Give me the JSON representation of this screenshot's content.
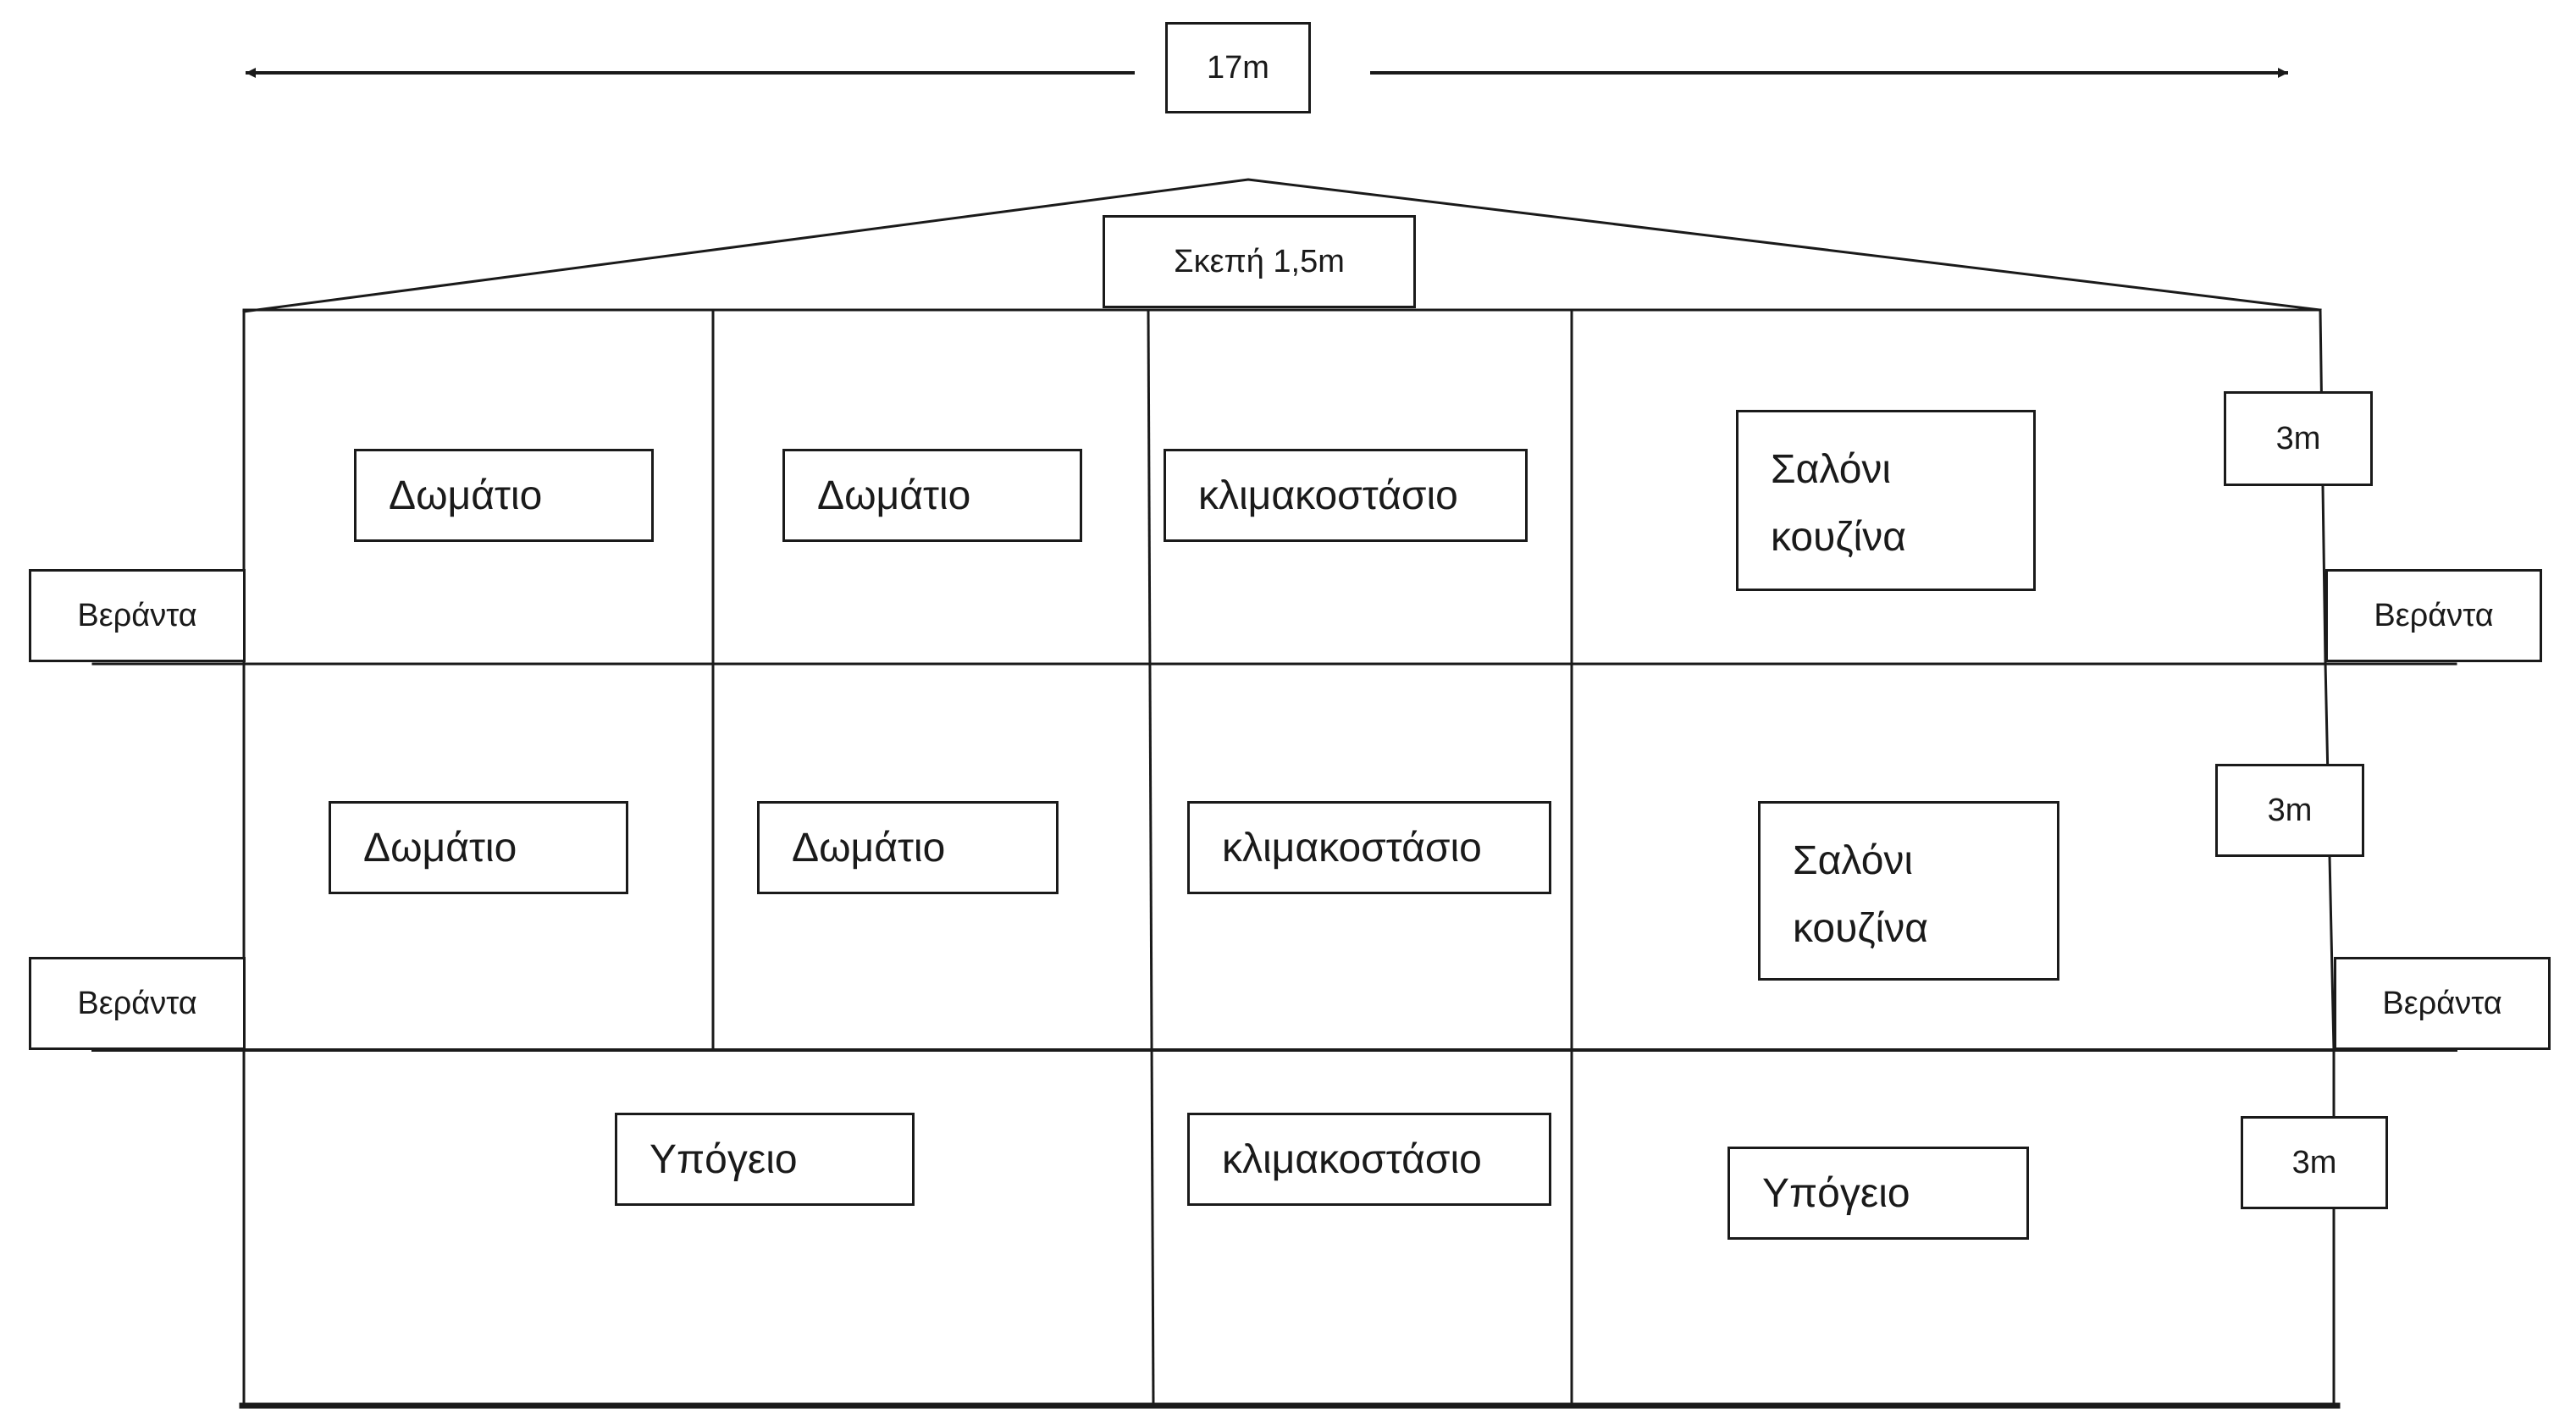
{
  "width_label": "17m",
  "roof_label": "Σκεπή 1,5m",
  "floor_height_labels": [
    "3m",
    "3m",
    "3m"
  ],
  "balcony_labels": [
    "Βεράντα",
    "Βεράντα",
    "Βεράντα",
    "Βεράντα"
  ],
  "floors": {
    "upper": {
      "room_1": "Δωμάτιο",
      "room_2": "Δωμάτιο",
      "stairs": "κλιμακοστάσιο",
      "living": [
        "Σαλόνι",
        "κουζίνα"
      ]
    },
    "middle": {
      "room_1": "Δωμάτιο",
      "room_2": "Δωμάτιο",
      "stairs": "κλιμακοστάσιο",
      "living": [
        "Σαλόνι",
        "κουζίνα"
      ]
    },
    "basement": {
      "left": "Υπόγειο",
      "stairs": "κλιμακοστάσιο",
      "right": "Υπόγειο"
    }
  }
}
